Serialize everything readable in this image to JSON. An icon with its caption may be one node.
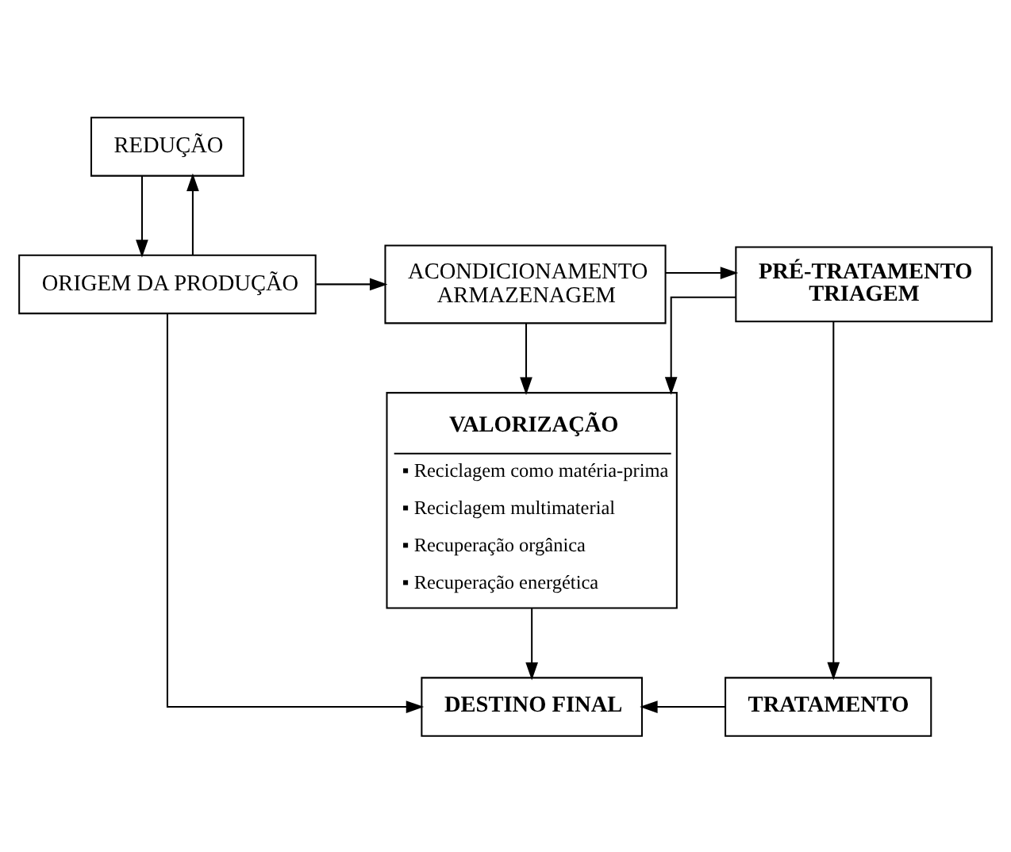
{
  "diagram": {
    "nodes": [
      {
        "text": [
          "REDUÇÃO"
        ]
      },
      {
        "text": [
          "ORIGEM DA PRODUÇÃO"
        ]
      },
      {
        "text": [
          "ACONDICIONAMENTO",
          "ARMAZENAGEM"
        ]
      },
      {
        "text": [
          "PRÉ-TRATAMENTO",
          "TRIAGEM"
        ]
      },
      {
        "text": [
          "VALORIZAÇÃO",
          "▪ Reciclagem como matéria-prima",
          "▪ Reciclagem multimaterial",
          "▪ Recuperação orgânica",
          "▪ Recuperação energética"
        ]
      },
      {
        "text": [
          "DESTINO FINAL"
        ]
      },
      {
        "text": [
          "TRATAMENTO"
        ]
      }
    ],
    "edges": [
      {
        "from": 0,
        "to": 1,
        "arrow": "to"
      },
      {
        "from": 1,
        "to": 0,
        "arrow": "to"
      },
      {
        "from": 1,
        "to": 2,
        "arrow": "to"
      },
      {
        "from": 2,
        "to": 3,
        "arrow": "to"
      },
      {
        "from": 2,
        "to": 4,
        "arrow": "to"
      },
      {
        "from": 3,
        "to": 4,
        "arrow": "to"
      },
      {
        "from": 4,
        "to": 5,
        "arrow": "to"
      },
      {
        "from": 1,
        "to": 5,
        "arrow": "to"
      },
      {
        "from": 3,
        "to": 6,
        "arrow": "to"
      },
      {
        "from": 6,
        "to": 5,
        "arrow": "to"
      }
    ]
  }
}
